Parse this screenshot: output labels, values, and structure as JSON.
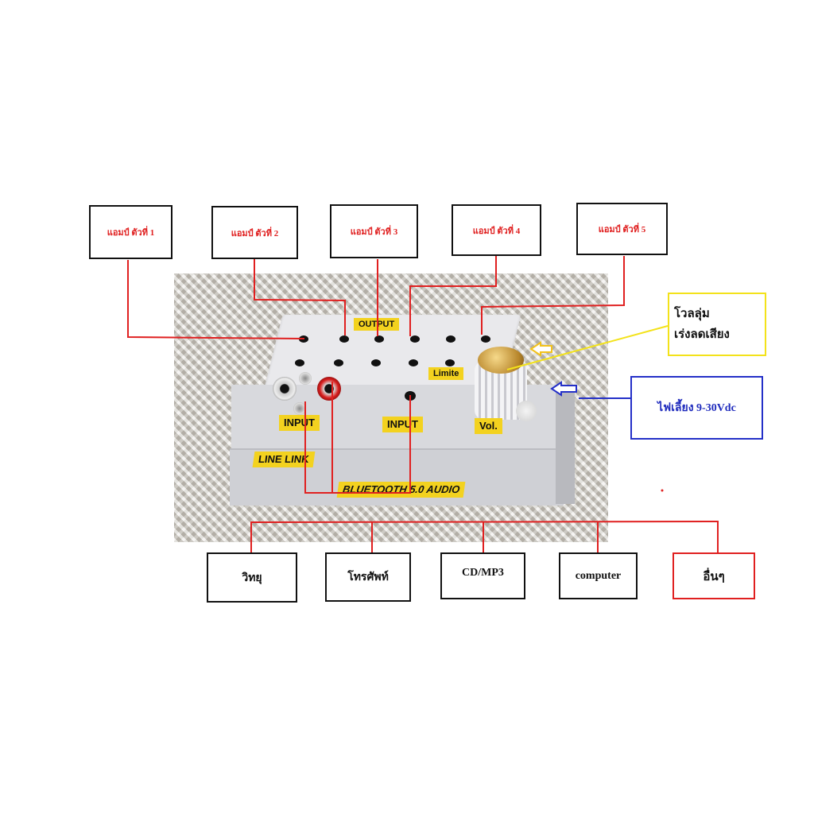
{
  "amp_labels": {
    "amp1": "แอมป์ ตัวที่ 1",
    "amp2": "แอมป์ ตัวที่ 2",
    "amp3": "แอมป์ ตัวที่ 3",
    "amp4": "แอมป์ ตัวที่ 4",
    "amp5": "แอมป์ ตัวที่ 5"
  },
  "volume_label": {
    "line1": "โวลลุ่ม",
    "line2": "เร่งลดเสียง"
  },
  "power_label": "ไฟเลี้ยง 9-30Vdc",
  "source_labels": {
    "radio": "วิทยุ",
    "phone": "โทรศัพท์",
    "cd": "CD/MP3",
    "computer": "computer",
    "other": "อื่นๆ"
  },
  "device_labels": {
    "output": "OUTPUT",
    "limiter": "Limite",
    "input_rca": "INPUT",
    "input_jack": "INPUT",
    "vol": "Vol.",
    "line_link": "LINE LINK",
    "bluetooth": "BLUETOOTH 5.0 AUDIO"
  },
  "colors": {
    "line_red": "#e02020",
    "line_yellow": "#f3e21a",
    "line_blue": "#2430c8",
    "label_yellow": "#f3d21f"
  }
}
